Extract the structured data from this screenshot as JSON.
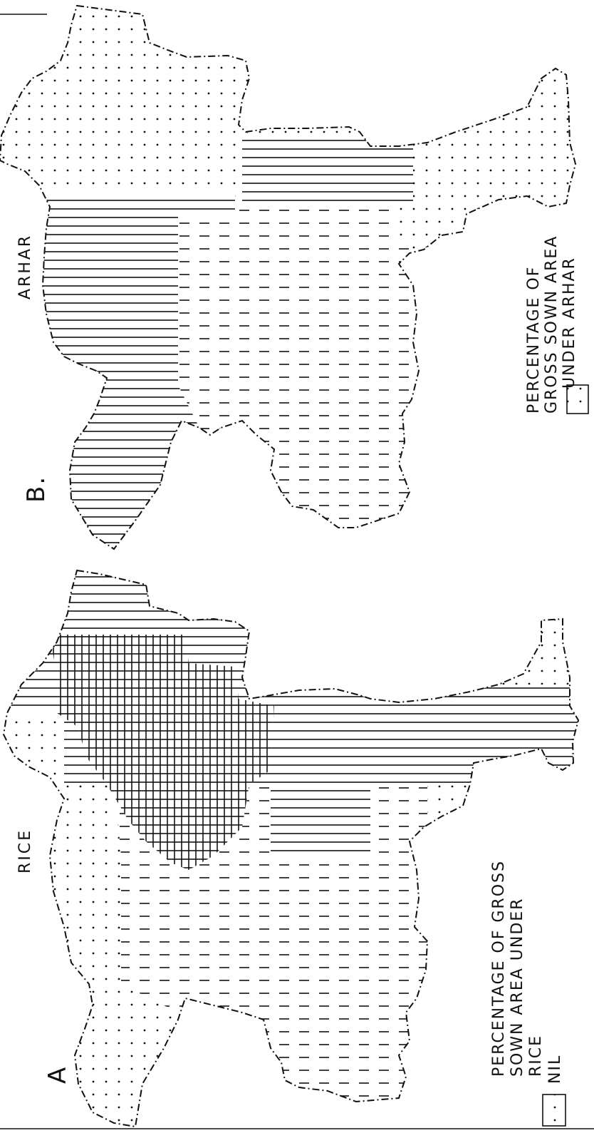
{
  "panels": [
    {
      "letter": "A",
      "crop": "RICE",
      "legend": {
        "lines": [
          "PERCENTAGE OF GROSS",
          "SOWN AREA UNDER",
          "RICE"
        ],
        "items": [
          {
            "label": "NIL",
            "pattern": "dots"
          }
        ]
      }
    },
    {
      "letter": "B.",
      "crop": "ARHAR",
      "legend": {
        "lines": [
          "PERCENTAGE OF",
          "GROSS SOWN AREA",
          "UNDER ARHAR"
        ],
        "items": [
          {
            "label": "",
            "pattern": "dots"
          }
        ]
      }
    }
  ],
  "colors": {
    "ink": "#111111",
    "paper": "#ffffff"
  }
}
